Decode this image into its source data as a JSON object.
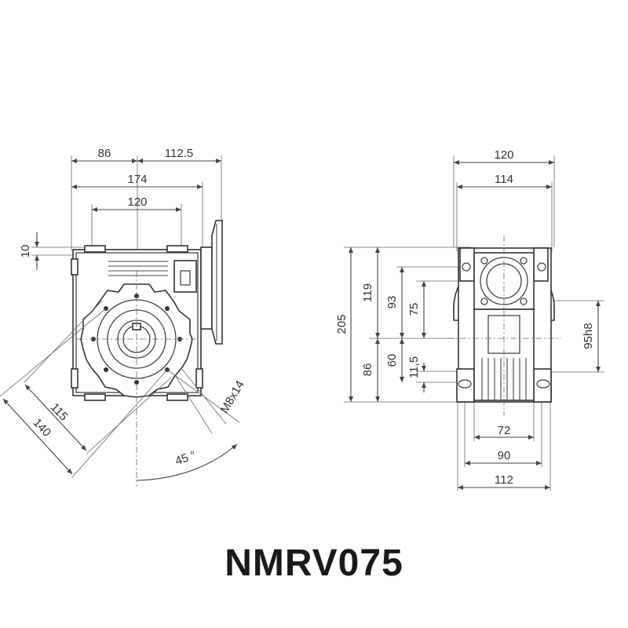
{
  "title": "NMRV075",
  "colors": {
    "line": "#444444",
    "text": "#333333",
    "title": "#1a1a1a",
    "background": "#ffffff"
  },
  "front_view": {
    "dims": {
      "top_left": "86",
      "top_right": "112.5",
      "overall": "174",
      "flange": "120",
      "offset": "10",
      "bolt_circle": "115",
      "outer_circle": "140",
      "thread": "M8x14",
      "angle": "45 °"
    }
  },
  "side_view": {
    "dims": {
      "width_outer": "120",
      "width_inner": "114",
      "height_total": "205",
      "upper_height": "119",
      "height_93": "93",
      "height_75": "75",
      "lower_height": "86",
      "height_60": "60",
      "height_11_5": "11,5",
      "bore": "95h8",
      "base_72": "72",
      "base_90": "90",
      "base_112": "112"
    }
  }
}
